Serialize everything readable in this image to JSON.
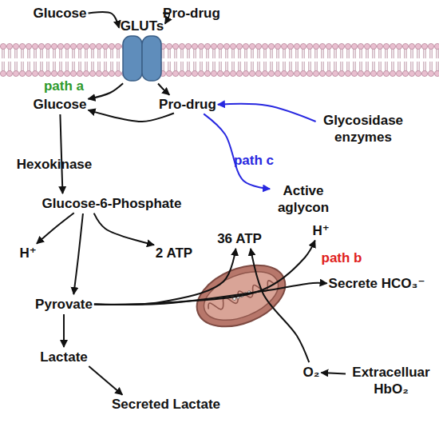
{
  "diagram": {
    "nodes": [
      {
        "text": [
          "Glucose"
        ]
      },
      {
        "text": [
          "Pro-drug"
        ]
      },
      {
        "text": [
          "GLUTs"
        ]
      },
      {
        "text": [
          "Glucose"
        ]
      },
      {
        "text": [
          "Pro-drug"
        ]
      },
      {
        "text": [
          "Glycosidase enzymes"
        ]
      },
      {
        "text": [
          "Active aglycon"
        ]
      },
      {
        "text": [
          "Glucose-6-Phosphate"
        ]
      },
      {
        "text": [
          "H⁺"
        ]
      },
      {
        "text": [
          "2 ATP"
        ]
      },
      {
        "text": [
          "Pyrovate"
        ]
      },
      {
        "text": [
          "36 ATP"
        ]
      },
      {
        "text": [
          "H⁺"
        ]
      },
      {
        "text": [
          "Secrete HCO₃⁻"
        ]
      },
      {
        "text": [
          "O₂"
        ]
      },
      {
        "text": [
          "Extracelluar HbO₂"
        ]
      },
      {
        "text": [
          "Lactate"
        ]
      },
      {
        "text": [
          "Secreted Lactate"
        ]
      }
    ],
    "edges": [
      {
        "from": 0,
        "to": 2,
        "arrow": "to"
      },
      {
        "from": 1,
        "to": 2,
        "arrow": "to"
      },
      {
        "from": 2,
        "to": 3,
        "arrow": "to",
        "label": "path a"
      },
      {
        "from": 2,
        "to": 4,
        "arrow": "to"
      },
      {
        "from": 4,
        "to": 3,
        "arrow": "to"
      },
      {
        "from": 5,
        "to": 4,
        "arrow": "to"
      },
      {
        "from": 4,
        "to": 6,
        "arrow": "to",
        "label": "path c"
      },
      {
        "from": 3,
        "to": 7,
        "arrow": "to",
        "label": "Hexokinase"
      },
      {
        "from": 7,
        "to": 8,
        "arrow": "to"
      },
      {
        "from": 7,
        "to": 9,
        "arrow": "to"
      },
      {
        "from": 7,
        "to": 10,
        "arrow": "to"
      },
      {
        "from": 10,
        "to": 11,
        "arrow": "to"
      },
      {
        "from": 10,
        "to": 12,
        "arrow": "to"
      },
      {
        "from": 10,
        "to": 13,
        "arrow": "to",
        "label": "path b"
      },
      {
        "from": 14,
        "to": 11,
        "arrow": "to"
      },
      {
        "from": 15,
        "to": 14,
        "arrow": "to"
      },
      {
        "from": 10,
        "to": 16,
        "arrow": "to"
      },
      {
        "from": 16,
        "to": 17,
        "arrow": "to"
      }
    ]
  }
}
